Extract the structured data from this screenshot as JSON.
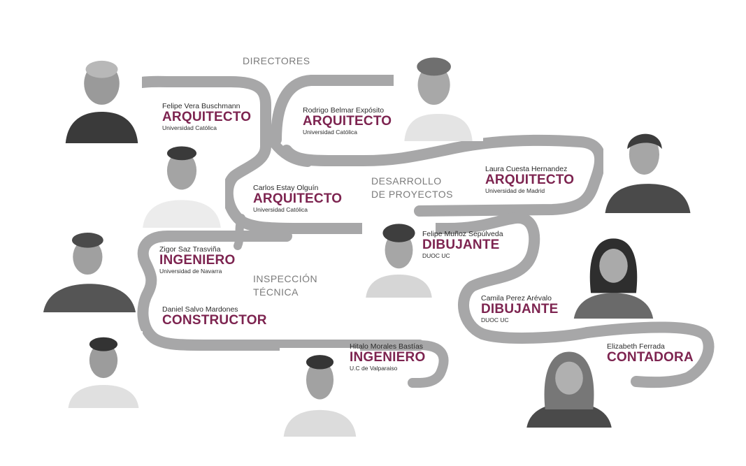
{
  "colors": {
    "ribbon": "#a7a7a8",
    "role": "#7d2450",
    "text": "#2b2b2b",
    "section": "#7b7b7b"
  },
  "sections": {
    "directores": "DIRECTORES",
    "desarrollo_line1": "DESARROLLO",
    "desarrollo_line2": "DE PROYECTOS",
    "inspeccion_line1": "INSPECCIÓN",
    "inspeccion_line2": "TÉCNICA"
  },
  "people": {
    "felipe_vera": {
      "name": "Felipe Vera Buschmann",
      "role": "ARQUITECTO",
      "org": "Universidad Católica"
    },
    "rodrigo_belmar": {
      "name": "Rodrigo Belmar Expósito",
      "role": "ARQUITECTO",
      "org": "Universidad Católica"
    },
    "laura_cuesta": {
      "name": "Laura Cuesta Hernandez",
      "role": "ARQUITECTO",
      "org": "Universidad de Madrid"
    },
    "carlos_estay": {
      "name": "Carlos Estay Olguín",
      "role": "ARQUITECTO",
      "org": "Universidad Católica"
    },
    "zigor_saz": {
      "name": "Zigor Saz Trasviña",
      "role": "INGENIERO",
      "org": "Universidad de Navarra"
    },
    "felipe_munoz": {
      "name": "Felipe Muñoz Sepúlveda",
      "role": "DIBUJANTE",
      "org": "DUOC UC"
    },
    "daniel_salvo": {
      "name": "Daniel Salvo Mardones",
      "role": "CONSTRUCTOR",
      "org": ""
    },
    "camila_perez": {
      "name": "Camila Perez Arévalo",
      "role": "DIBUJANTE",
      "org": "DUOC UC"
    },
    "hitalo_morales": {
      "name": "Hitalo Morales Bastías",
      "role": "INGENIERO",
      "org": "U.C de Valparaiso"
    },
    "elizabeth_ferrada": {
      "name": "Elizabeth Ferrada",
      "role": "CONTADORA",
      "org": ""
    }
  }
}
